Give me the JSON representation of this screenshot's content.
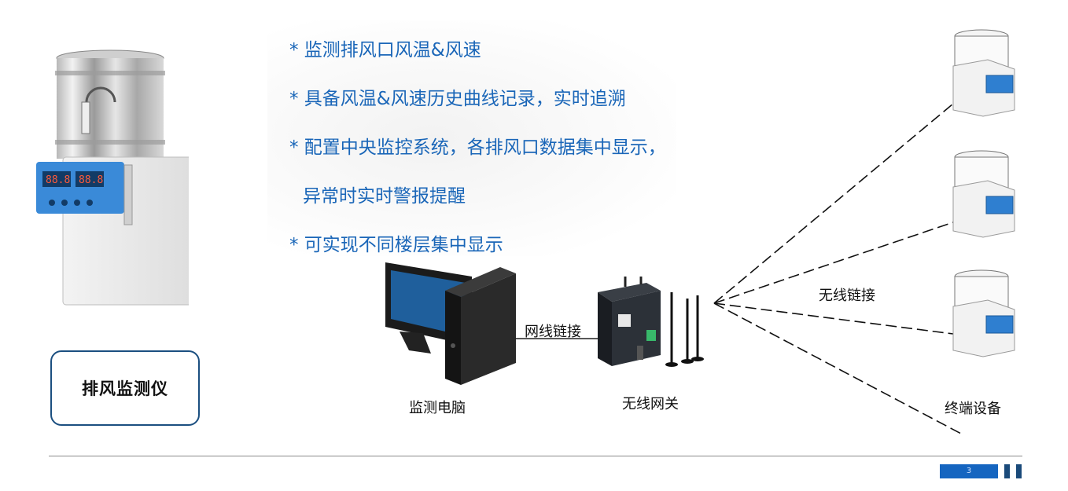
{
  "bullets": [
    "* 监测排风口风温&风速",
    "* 具备风温&风速历史曲线记录，实时追溯",
    "* 配置中央监控系统，各排风口数据集中显示，",
    "异常时实时警报提醒",
    "* 可实现不同楼层集中显示"
  ],
  "product_label": "排风监测仪",
  "diagram": {
    "pc_label": "监测电脑",
    "cable_label": "网线链接",
    "gateway_label": "无线网关",
    "wireless_label": "无线链接",
    "terminal_label": "终端设备"
  },
  "footer": {
    "page_number": "3"
  },
  "colors": {
    "accent_blue": "#1a66b8",
    "box_border": "#1b4f80",
    "panel_blue": "#2f7fd0"
  }
}
